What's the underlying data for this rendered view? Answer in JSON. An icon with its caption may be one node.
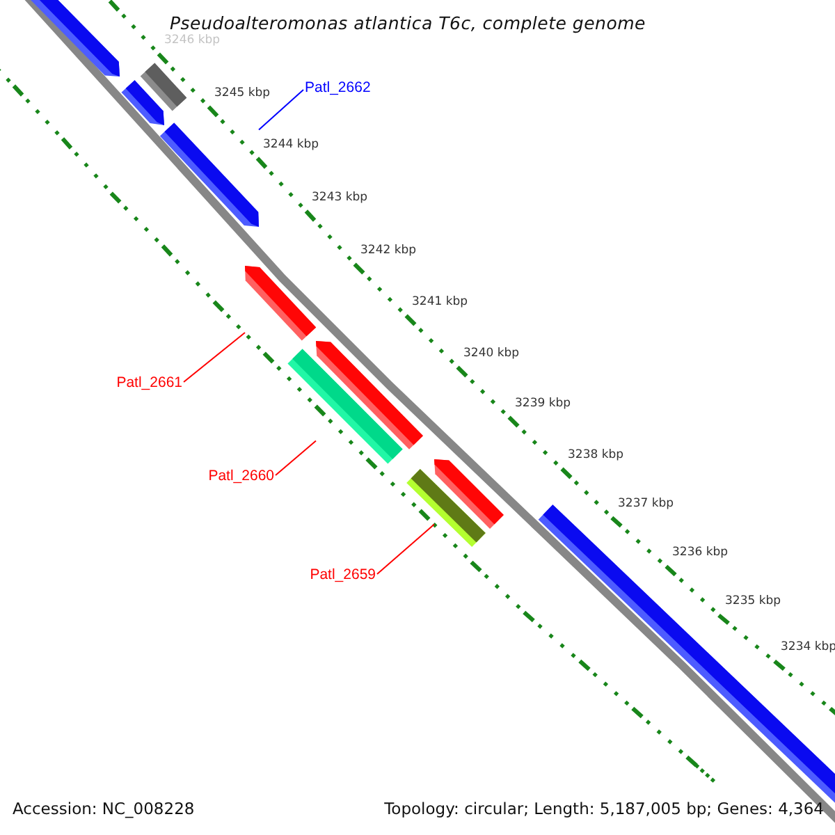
{
  "diagram": {
    "title": "Pseudoalteromonas atlantica T6c, complete genome",
    "nodes": [
      {
        "text": [],
        "shape": "arrow"
      },
      {
        "text": [],
        "shape": "bar"
      },
      {
        "text": [],
        "shape": "arrow"
      },
      {
        "text": [
          "Patl_2662"
        ]
      },
      {
        "text": [],
        "shape": "arrow"
      },
      {
        "text": [
          "Patl_2661"
        ]
      },
      {
        "text": [],
        "shape": "arrow"
      },
      {
        "text": [
          "Patl_2660"
        ]
      },
      {
        "text": [],
        "shape": "arrow"
      },
      {
        "text": [],
        "shape": "bar"
      },
      {
        "text": [
          "Patl_2659"
        ]
      },
      {
        "text": [],
        "shape": "arrow"
      },
      {
        "text": [],
        "shape": "bar"
      },
      {
        "text": [],
        "shape": "bar"
      }
    ],
    "edges": [
      {
        "from": 3,
        "to": 4,
        "arrow": "none",
        "color": "#0000ff"
      },
      {
        "from": 5,
        "to": 6,
        "arrow": "none"
      },
      {
        "from": 7,
        "to": 8,
        "arrow": "none"
      },
      {
        "from": 10,
        "to": 11,
        "arrow": "none"
      }
    ],
    "labels": [
      "3246 kbp",
      "3245 kbp",
      "3244 kbp",
      "3243 kbp",
      "3242 kbp",
      "3241 kbp",
      "3240 kbp",
      "3239 kbp",
      "3238 kbp",
      "3237 kbp",
      "3236 kbp",
      "3235 kbp",
      "3234 kbp",
      "Accession: NC_008228",
      "Topology: circular; Length: 5,187,005 bp; Genes: 4,364"
    ]
  }
}
